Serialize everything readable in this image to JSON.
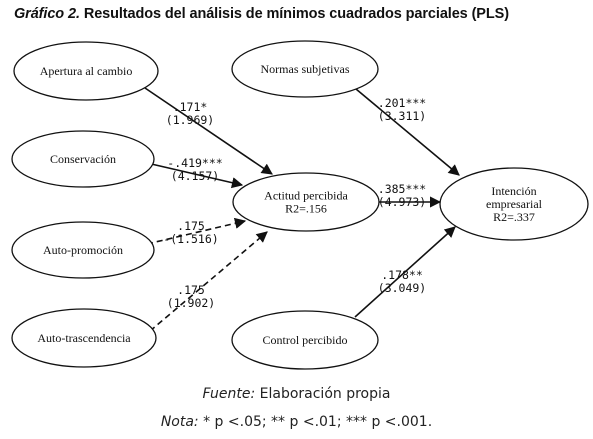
{
  "title": {
    "lead": "Gráfico 2.",
    "rest": " Resultados del análisis de mínimos cuadrados parciales (PLS)"
  },
  "nodes": {
    "apertura": {
      "lines": [
        "Apertura al cambio"
      ]
    },
    "conservacion": {
      "lines": [
        "Conservación"
      ]
    },
    "autopromocion": {
      "lines": [
        "Auto-promoción"
      ]
    },
    "autotrascendencia": {
      "lines": [
        "Auto-trascendencia"
      ]
    },
    "actitud": {
      "lines": [
        "Actitud percibida",
        "R2=.156"
      ]
    },
    "normas": {
      "lines": [
        "Normas subjetivas"
      ]
    },
    "control": {
      "lines": [
        "Control percibido"
      ]
    },
    "intencion": {
      "lines": [
        "Intención",
        "empresarial",
        "R2=.337"
      ]
    }
  },
  "paths": {
    "apertura_actitud": {
      "coef": ".171*",
      "t": "(1.969)",
      "style": "solid"
    },
    "conservacion_actitud": {
      "coef": "-.419***",
      "t": "(4.157)",
      "style": "solid"
    },
    "autopromocion_actitud": {
      "coef": ".175",
      "t": "-(1.516)",
      "style": "dashed"
    },
    "autotrascendencia_actitud": {
      "coef": ".175",
      "t": "(1.902)",
      "style": "dashed"
    },
    "actitud_intencion": {
      "coef": ".385***",
      "t": "(4.973)",
      "style": "solid"
    },
    "normas_intencion": {
      "coef": ".201***",
      "t": "(3.311)",
      "style": "solid"
    },
    "control_intencion": {
      "coef": ".178**",
      "t": "(3.049)",
      "style": "solid"
    }
  },
  "footer": {
    "source_label": "Fuente:",
    "source_text": " Elaboración propia",
    "note_label": "Nota:",
    "note_text": " * p <.05; ** p <.01; *** p <.001."
  },
  "colors": {
    "stroke": "#111111",
    "text": "#111111"
  }
}
